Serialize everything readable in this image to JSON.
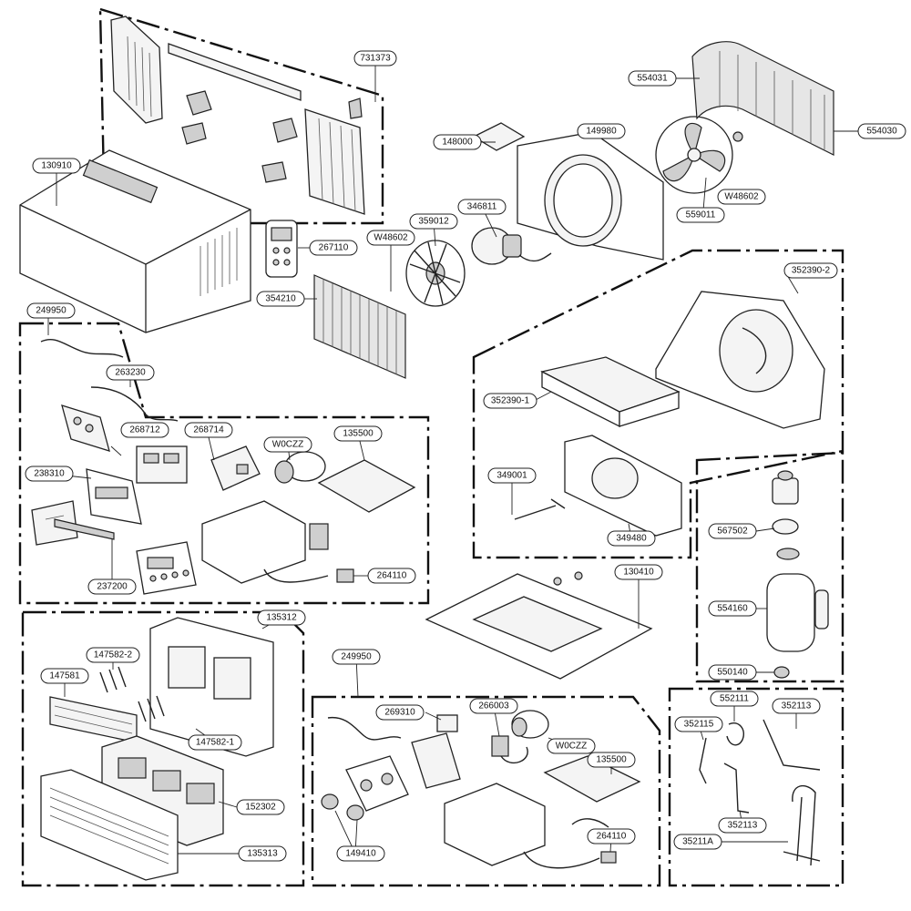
{
  "part_labels": [
    {
      "id": "p731373",
      "text": "731373"
    },
    {
      "id": "p554031",
      "text": "554031"
    },
    {
      "id": "p554030",
      "text": "554030"
    },
    {
      "id": "p148000",
      "text": "148000"
    },
    {
      "id": "p149980",
      "text": "149980"
    },
    {
      "id": "p130910",
      "text": "130910"
    },
    {
      "id": "p346811",
      "text": "346811"
    },
    {
      "id": "p359012",
      "text": "359012"
    },
    {
      "id": "pW48602a",
      "text": "W48602"
    },
    {
      "id": "pW48602b",
      "text": "W48602"
    },
    {
      "id": "p559011",
      "text": "559011"
    },
    {
      "id": "p267110",
      "text": "267110"
    },
    {
      "id": "p354210",
      "text": "354210"
    },
    {
      "id": "p352390-2",
      "text": "352390-2"
    },
    {
      "id": "p249950a",
      "text": "249950"
    },
    {
      "id": "p263230",
      "text": "263230"
    },
    {
      "id": "p352390-1",
      "text": "352390-1"
    },
    {
      "id": "p268712",
      "text": "268712"
    },
    {
      "id": "p268714",
      "text": "268714"
    },
    {
      "id": "pW0CZZa",
      "text": "W0CZZ"
    },
    {
      "id": "p135500a",
      "text": "135500"
    },
    {
      "id": "p238310",
      "text": "238310"
    },
    {
      "id": "p349001",
      "text": "349001"
    },
    {
      "id": "p567502",
      "text": "567502"
    },
    {
      "id": "p349480",
      "text": "349480"
    },
    {
      "id": "p237200",
      "text": "237200"
    },
    {
      "id": "p264110a",
      "text": "264110"
    },
    {
      "id": "p130410",
      "text": "130410"
    },
    {
      "id": "p554160",
      "text": "554160"
    },
    {
      "id": "p135312",
      "text": "135312"
    },
    {
      "id": "p147582-2",
      "text": "147582-2"
    },
    {
      "id": "p249950b",
      "text": "249950"
    },
    {
      "id": "p147581",
      "text": "147581"
    },
    {
      "id": "p550140",
      "text": "550140"
    },
    {
      "id": "p552111",
      "text": "552111"
    },
    {
      "id": "p352113a",
      "text": "352113"
    },
    {
      "id": "p269310",
      "text": "269310"
    },
    {
      "id": "p266003",
      "text": "266003"
    },
    {
      "id": "p352115",
      "text": "352115"
    },
    {
      "id": "p147582-1",
      "text": "147582-1"
    },
    {
      "id": "pW0CZZb",
      "text": "W0CZZ"
    },
    {
      "id": "p135500b",
      "text": "135500"
    },
    {
      "id": "p152302",
      "text": "152302"
    },
    {
      "id": "p352113b",
      "text": "352113"
    },
    {
      "id": "p264110b",
      "text": "264110"
    },
    {
      "id": "p35211A",
      "text": "35211A"
    },
    {
      "id": "p135313",
      "text": "135313"
    },
    {
      "id": "p149410",
      "text": "149410"
    }
  ]
}
